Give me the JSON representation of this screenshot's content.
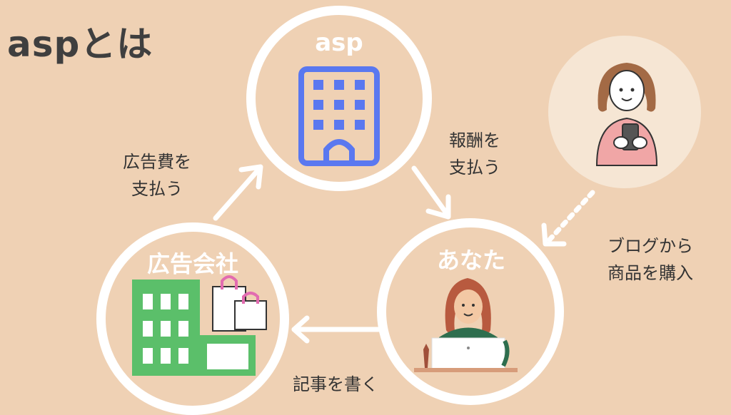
{
  "title": "aspとは",
  "nodes": {
    "asp": {
      "label": "asp"
    },
    "advertiser": {
      "label": "広告会社"
    },
    "you": {
      "label": "あなた"
    }
  },
  "edges": {
    "ad_fee": {
      "line1": "広告費を",
      "line2": "支払う"
    },
    "reward": {
      "line1": "報酬を",
      "line2": "支払う"
    },
    "write": {
      "label": "記事を書く"
    },
    "purchase": {
      "line1": "ブログから",
      "line2": "商品を購入"
    }
  },
  "colors": {
    "background": "#EFD1B4",
    "circle_border": "#FFFFFF",
    "asp_building": "#5A78F0",
    "advertiser_building": "#5BBF6A",
    "customer_bg": "#F6E6D4"
  }
}
